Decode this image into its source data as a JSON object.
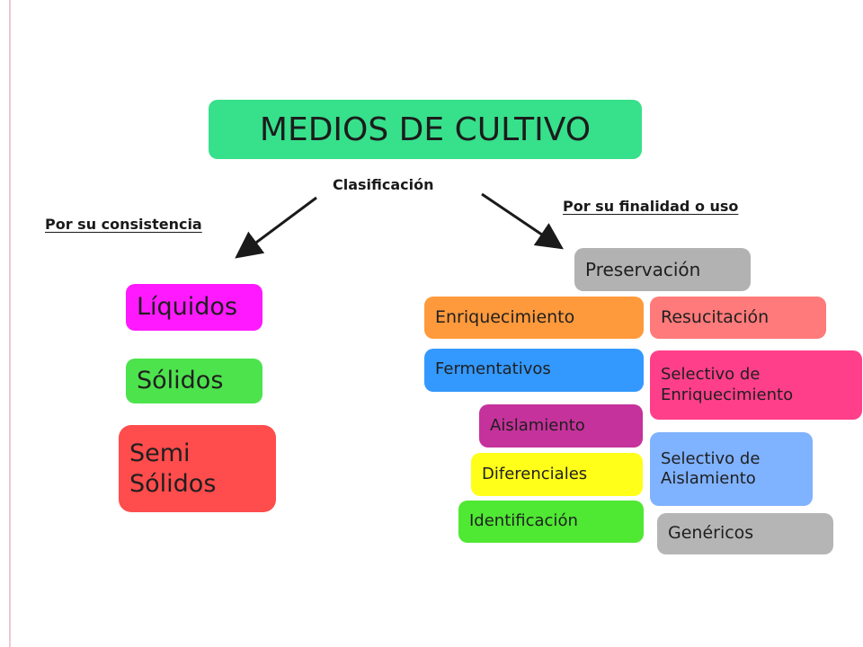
{
  "title": "MEDIOS DE CULTIVO",
  "classification_label": "Clasificación",
  "left_branch": {
    "label": "Por su consistencia",
    "items": [
      "Líquidos",
      "Sólidos",
      "Semi Sólidos"
    ]
  },
  "right_branch": {
    "label": "Por su finalidad o uso",
    "items": [
      "Preservación",
      "Enriquecimiento",
      "Resucitación",
      "Fermentativos",
      "Selectivo de Enriquecimiento",
      "Aislamiento",
      "Selectivo de Aislamiento",
      "Diferenciales",
      "Identificación",
      "Genéricos"
    ]
  },
  "colors": {
    "title": "#37e08b",
    "liquidos": "#ff19ff",
    "solidos": "#4de34d",
    "semisolidos": "#ff4c4c",
    "preservacion": "#b2b2b2",
    "enriquecimiento": "#ff9a3c",
    "resucitacion": "#ff7a7a",
    "fermentativos": "#3399ff",
    "selectivo_enriquecimiento": "#ff3f8a",
    "aislamiento": "#c5329b",
    "selectivo_aislamiento": "#7fb2ff",
    "diferenciales": "#ffff19",
    "identificacion": "#4fe833",
    "genericos": "#b5b5b5"
  }
}
